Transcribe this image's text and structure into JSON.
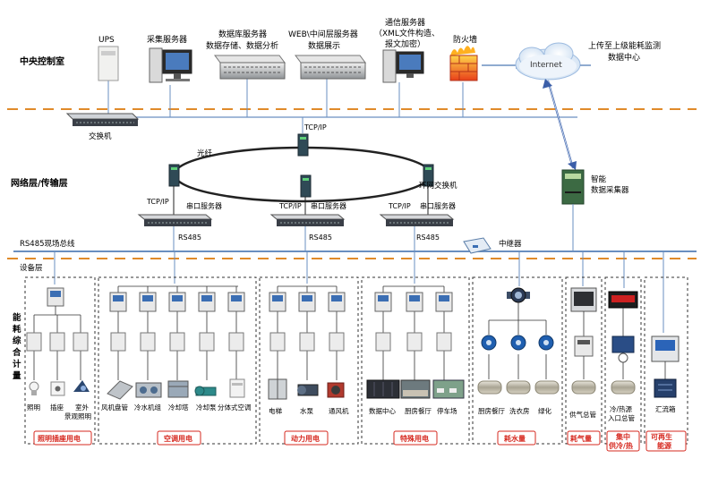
{
  "layers": {
    "central": "中央控制室",
    "network": "网络层/传输层",
    "rs485_bus": "RS485现场总线",
    "device": "设备层",
    "meter_cabinet": "能耗综合计量柜"
  },
  "central_devices": {
    "ups": "UPS",
    "acq_server": "采集服务器",
    "db_server_1": "数据库服务器",
    "db_server_2": "数据存储、数据分析",
    "web_server_1": "WEB\\中间层服务器",
    "web_server_2": "数据展示",
    "comm_server_1": "通信服务器",
    "comm_server_2": "（XML文件构造、",
    "comm_server_3": "报文加密）",
    "firewall": "防火墙",
    "internet": "Internet",
    "upload_1": "上传至上级能耗监测",
    "upload_2": "数据中心",
    "switch": "交换机"
  },
  "network": {
    "tcpip": "TCP/IP",
    "fiber": "光纤",
    "ring_switch": "环网交换机",
    "serial_server": "串口服务器",
    "rs485": "RS485",
    "repeater": "中继器",
    "collector_1": "智能",
    "collector_2": "数据采集器"
  },
  "devices": {
    "lighting": "照明",
    "socket": "插座",
    "outdoor_1": "室外",
    "outdoor_2": "景观照明",
    "fan_coil": "风机盘管",
    "chiller": "冷水机组",
    "cooling_tower": "冷却塔",
    "chw_pump": "冷却泵",
    "split_ac": "分体式空调",
    "elevator": "电梯",
    "pump": "水泵",
    "ventilator": "通风机",
    "data_center": "数据中心",
    "kitchen": "厨房餐厅",
    "parking": "停车场",
    "kitchen_water": "厨房餐厅",
    "laundry": "洗衣房",
    "greening": "绿化",
    "gas_main": "供气总管",
    "heat_1": "冷/热源",
    "heat_2": "入口总管",
    "confluence": "汇流箱"
  },
  "categories": {
    "lighting": "照明插座用电",
    "hvac": "空调用电",
    "power": "动力用电",
    "special": "特殊用电",
    "water": "耗水量",
    "gas": "耗气量",
    "central_1": "集中",
    "central_2": "供冷/热",
    "renew_1": "可再生",
    "renew_2": "能源"
  },
  "colors": {
    "accent_red": "#d6281f",
    "bus_blue": "#6a8fc0",
    "dash_orange": "#e08a2a"
  }
}
